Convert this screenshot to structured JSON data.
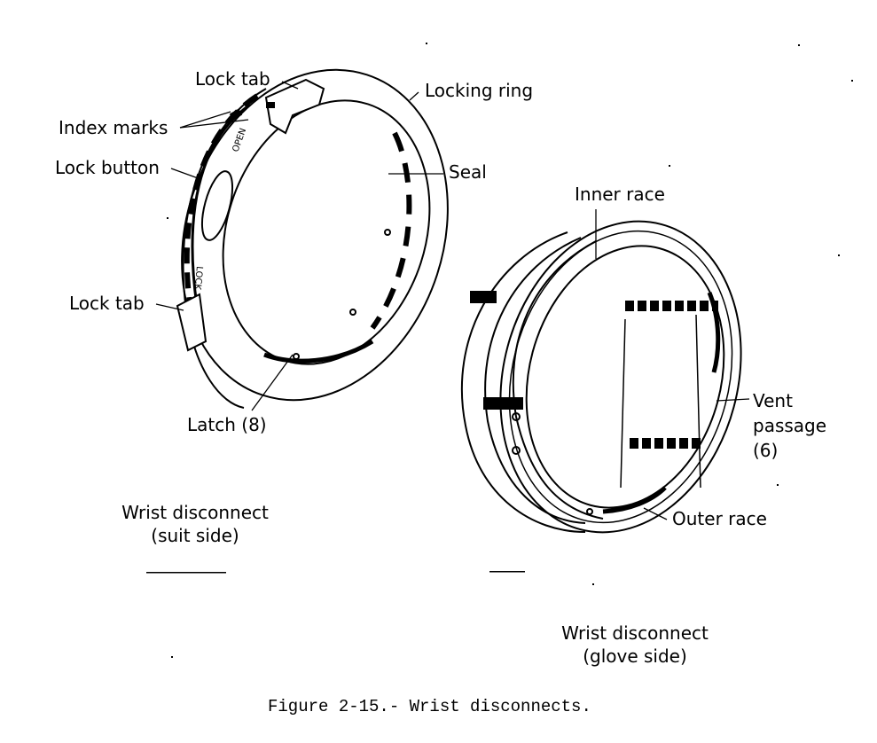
{
  "figure": {
    "caption": "Figure 2-15.- Wrist disconnects.",
    "colors": {
      "ink": "#000000",
      "paper": "#ffffff"
    }
  },
  "suit_side": {
    "title_line1": "Wrist disconnect",
    "title_line2": "(suit side)",
    "callouts": {
      "lock_tab_top": "Lock tab",
      "locking_ring": "Locking ring",
      "index_marks": "Index marks",
      "lock_button": "Lock button",
      "seal": "Seal",
      "lock_tab_bottom": "Lock tab",
      "latch": "Latch (8)"
    },
    "ring_markings": {
      "open": "OPEN",
      "lock": "LOCK"
    }
  },
  "glove_side": {
    "title_line1": "Wrist disconnect",
    "title_line2": "(glove side)",
    "callouts": {
      "inner_race": "Inner race",
      "vent_passage_line1": "Vent",
      "vent_passage_line2": "passage",
      "vent_passage_line3": "(6)",
      "outer_race": "Outer race"
    }
  }
}
